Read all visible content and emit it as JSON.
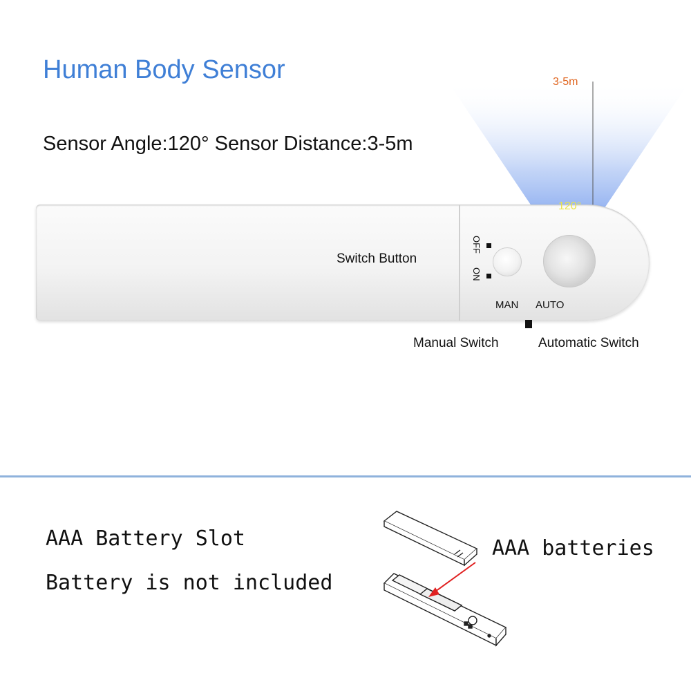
{
  "title": "Human Body Sensor",
  "specs": "Sensor Angle:120° Sensor Distance:3-5m",
  "sensor": {
    "distance_label": "3-5m",
    "angle_label": "120°"
  },
  "device": {
    "switch_button_label": "Switch Button",
    "off_label": "OFF",
    "on_label": "ON",
    "man_label": "MAN",
    "auto_label": "AUTO",
    "manual_switch_label": "Manual Switch",
    "automatic_switch_label": "Automatic Switch"
  },
  "battery": {
    "slot_label": "AAA Battery Slot",
    "note_label": "Battery is not included",
    "batteries_label": "AAA batteries"
  },
  "colors": {
    "title": "#3f7fd6",
    "distance": "#e0651f",
    "angle": "#e9e34a",
    "divider": "#8fb2dc",
    "cone": "#3d73e6",
    "arrow": "#e02020"
  }
}
